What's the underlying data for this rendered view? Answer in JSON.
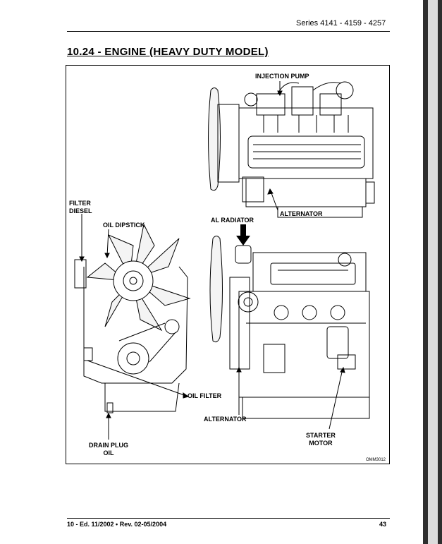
{
  "header": {
    "series": "Series 4141  - 4159 - 4257"
  },
  "section": {
    "title": "10.24 - ENGINE  (HEAVY DUTY MODEL)"
  },
  "figure": {
    "labels": {
      "injection_pump": "INJECTION PUMP",
      "alternator_top": "ALTERNATOR",
      "filter_diesel": "FILTER\nDIESEL",
      "oil_dipstick": "OIL DIPSTICK",
      "al_radiator": "AL RADIATOR",
      "oil_filter": "OIL FILTER",
      "alternator_bottom": "ALTERNATOR",
      "starter_motor": "STARTER\nMOTOR",
      "drain_plug_oil": "DRAIN PLUG\nOIL"
    },
    "code": "OMM3012"
  },
  "footer": {
    "left": "10 - Ed. 11/2002 • Rev. 02-05/2004",
    "page_number": "43"
  }
}
